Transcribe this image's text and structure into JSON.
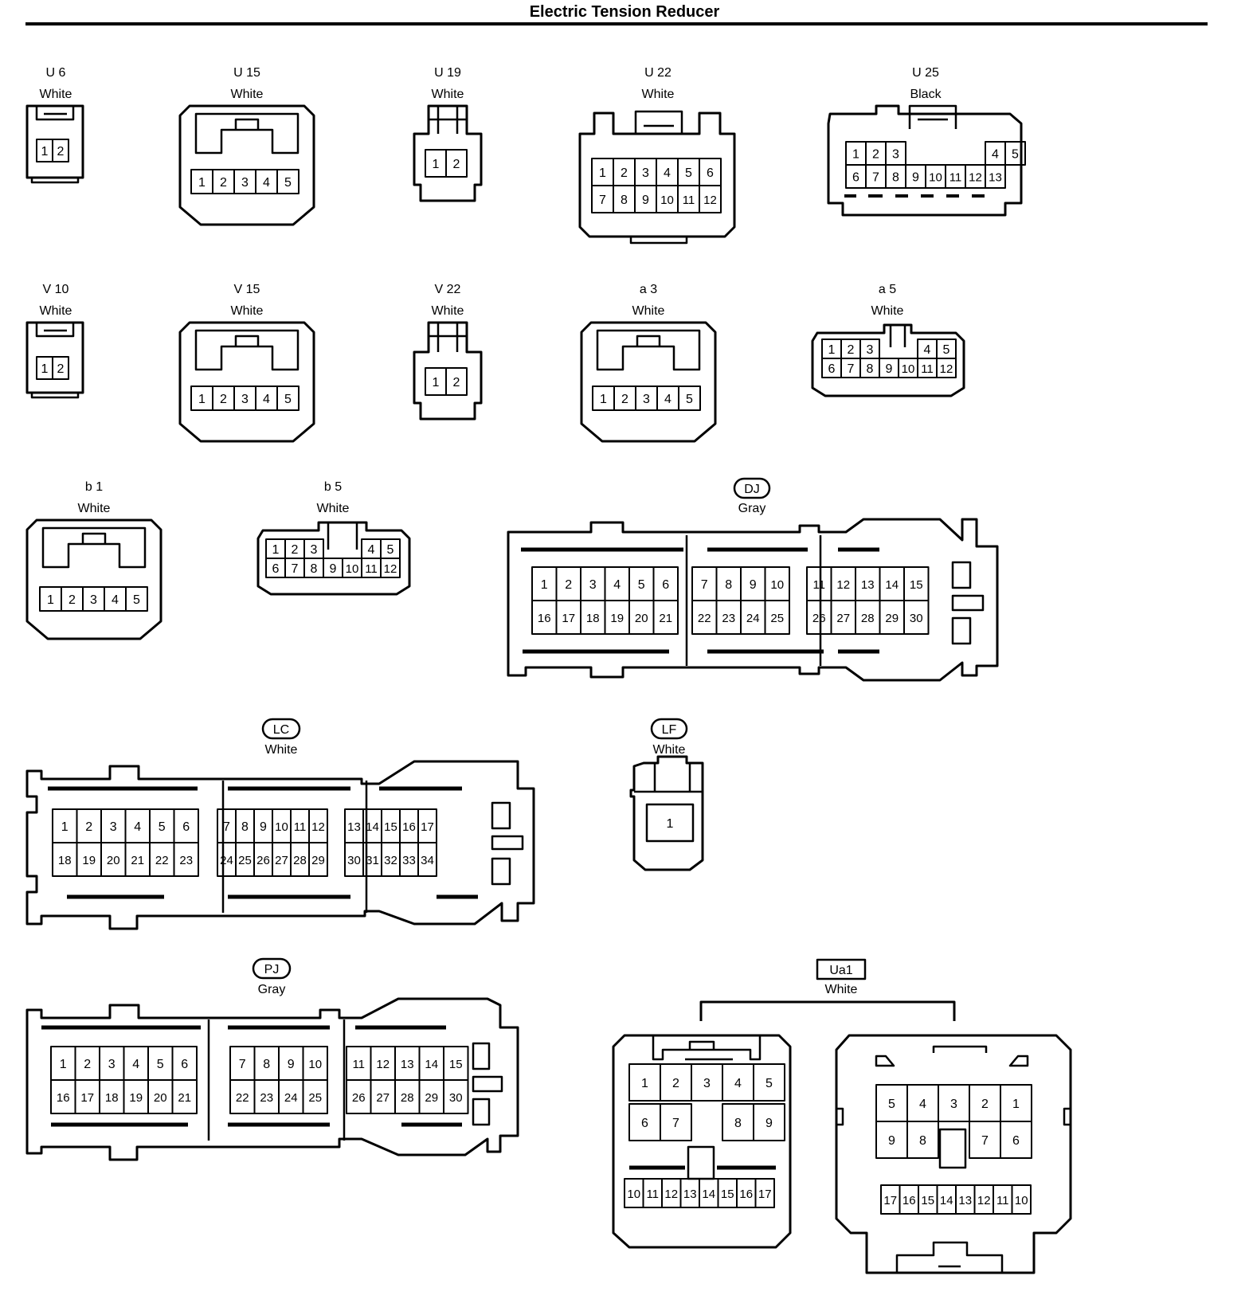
{
  "title": "Electric Tension Reducer",
  "colors": {
    "line": "#000000",
    "background": "#ffffff"
  },
  "connectors": [
    {
      "code": "U 6",
      "color": "White",
      "boxed_code": false,
      "pin_rows": [
        [
          "1",
          "2"
        ]
      ]
    },
    {
      "code": "U 15",
      "color": "White",
      "boxed_code": false,
      "pin_rows": [
        [
          "1",
          "2",
          "3",
          "4",
          "5"
        ]
      ]
    },
    {
      "code": "U 19",
      "color": "White",
      "boxed_code": false,
      "pin_rows": [
        [
          "1",
          "2"
        ]
      ]
    },
    {
      "code": "U 22",
      "color": "White",
      "boxed_code": false,
      "pin_rows": [
        [
          "1",
          "2",
          "3",
          "4",
          "5",
          "6"
        ],
        [
          "7",
          "8",
          "9",
          "10",
          "11",
          "12"
        ]
      ]
    },
    {
      "code": "U 25",
      "color": "Black",
      "boxed_code": false,
      "pin_rows": [
        [
          "1",
          "2",
          "3",
          "4",
          "5"
        ],
        [
          "6",
          "7",
          "8",
          "9",
          "10",
          "11",
          "12",
          "13"
        ]
      ]
    },
    {
      "code": "V 10",
      "color": "White",
      "boxed_code": false,
      "pin_rows": [
        [
          "1",
          "2"
        ]
      ]
    },
    {
      "code": "V 15",
      "color": "White",
      "boxed_code": false,
      "pin_rows": [
        [
          "1",
          "2",
          "3",
          "4",
          "5"
        ]
      ]
    },
    {
      "code": "V 22",
      "color": "White",
      "boxed_code": false,
      "pin_rows": [
        [
          "1",
          "2"
        ]
      ]
    },
    {
      "code": "a 3",
      "color": "White",
      "boxed_code": false,
      "pin_rows": [
        [
          "1",
          "2",
          "3",
          "4",
          "5"
        ]
      ]
    },
    {
      "code": "a 5",
      "color": "White",
      "boxed_code": false,
      "pin_rows": [
        [
          "1",
          "2",
          "3",
          "4",
          "5"
        ],
        [
          "6",
          "7",
          "8",
          "9",
          "10",
          "11",
          "12"
        ]
      ]
    },
    {
      "code": "b 1",
      "color": "White",
      "boxed_code": false,
      "pin_rows": [
        [
          "1",
          "2",
          "3",
          "4",
          "5"
        ]
      ]
    },
    {
      "code": "b 5",
      "color": "White",
      "boxed_code": false,
      "pin_rows": [
        [
          "1",
          "2",
          "3",
          "4",
          "5"
        ],
        [
          "6",
          "7",
          "8",
          "9",
          "10",
          "11",
          "12"
        ]
      ]
    },
    {
      "code": "DJ",
      "color": "Gray",
      "boxed_code": true,
      "pin_rows": [
        [
          "1",
          "2",
          "3",
          "4",
          "5",
          "6",
          "7",
          "8",
          "9",
          "10",
          "11",
          "12",
          "13",
          "14",
          "15"
        ],
        [
          "16",
          "17",
          "18",
          "19",
          "20",
          "21",
          "22",
          "23",
          "24",
          "25",
          "26",
          "27",
          "28",
          "29",
          "30"
        ]
      ]
    },
    {
      "code": "LC",
      "color": "White",
      "boxed_code": true,
      "pin_rows": [
        [
          "1",
          "2",
          "3",
          "4",
          "5",
          "6",
          "7",
          "8",
          "9",
          "10",
          "11",
          "12",
          "13",
          "14",
          "15",
          "16",
          "17"
        ],
        [
          "18",
          "19",
          "20",
          "21",
          "22",
          "23",
          "24",
          "25",
          "26",
          "27",
          "28",
          "29",
          "30",
          "31",
          "32",
          "33",
          "34"
        ]
      ]
    },
    {
      "code": "LF",
      "color": "White",
      "boxed_code": true,
      "pin_rows": [
        [
          "1"
        ]
      ]
    },
    {
      "code": "PJ",
      "color": "Gray",
      "boxed_code": true,
      "pin_rows": [
        [
          "1",
          "2",
          "3",
          "4",
          "5",
          "6",
          "7",
          "8",
          "9",
          "10",
          "11",
          "12",
          "13",
          "14",
          "15"
        ],
        [
          "16",
          "17",
          "18",
          "19",
          "20",
          "21",
          "22",
          "23",
          "24",
          "25",
          "26",
          "27",
          "28",
          "29",
          "30"
        ]
      ]
    },
    {
      "code": "Ua1",
      "color": "White",
      "boxed_code": true,
      "pin_rows": [
        [
          "1",
          "2",
          "3",
          "4",
          "5",
          "6",
          "7",
          "8",
          "9",
          "10",
          "11",
          "12",
          "13",
          "14",
          "15",
          "16",
          "17"
        ],
        [
          "5",
          "4",
          "3",
          "2",
          "1",
          "9",
          "8",
          "7",
          "6",
          "17",
          "16",
          "15",
          "14",
          "13",
          "12",
          "11",
          "10"
        ]
      ]
    }
  ]
}
